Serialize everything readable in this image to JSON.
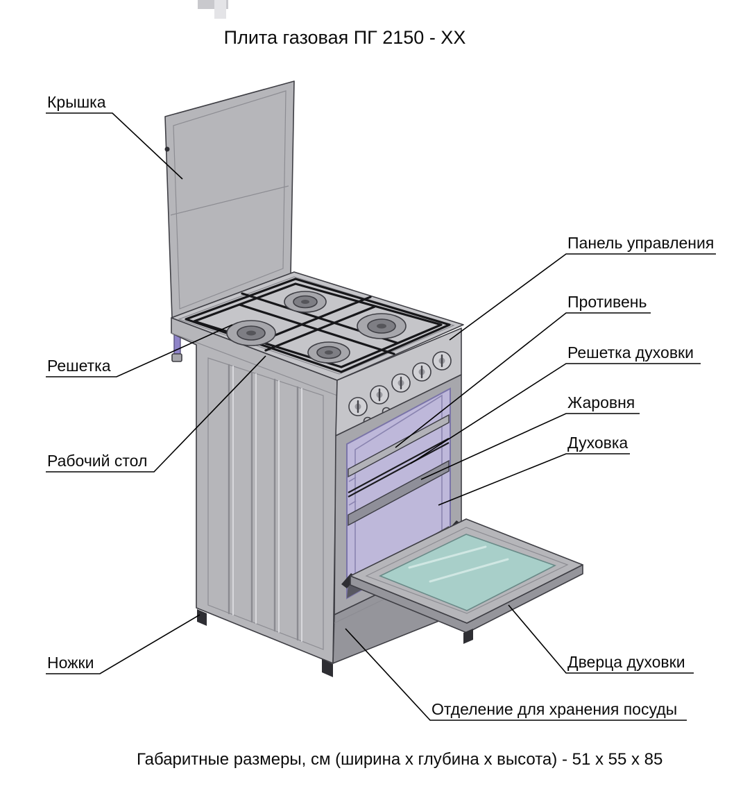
{
  "title": "Плита газовая ПГ 2150 - ХХ",
  "labels": {
    "lid": "Крышка",
    "grate": "Решетка",
    "worktop": "Рабочий стол",
    "legs": "Ножки",
    "control_panel": "Панель управления",
    "baking_tray": "Противень",
    "oven_rack": "Решетка духовки",
    "roasting_pan": "Жаровня",
    "oven": "Духовка",
    "oven_door": "Дверца духовки",
    "storage": "Отделение для хранения посуды"
  },
  "dimensions_note": "Габаритные размеры, см (ширина х глубина х высота) -  51 х 55 х 85",
  "colors": {
    "body_grey": "#b6b6ba",
    "body_light": "#c5c5c9",
    "frame_grey": "#a7a7ac",
    "storage_grey": "#95959b",
    "interior_lavender": "#beb8da",
    "glass_teal": "#a8cfc9",
    "outline": "#3e3e44"
  }
}
